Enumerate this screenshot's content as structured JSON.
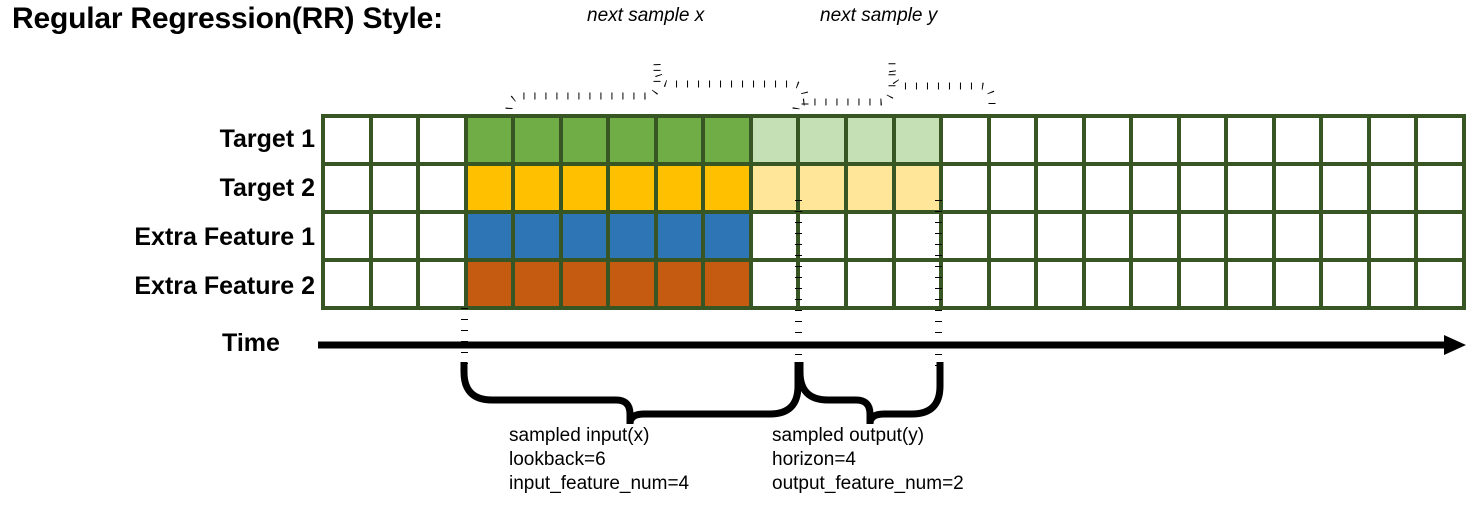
{
  "title": "Regular Regression(RR) Style:",
  "row_labels": [
    "Target 1",
    "Target 2",
    "Extra Feature 1",
    "Extra Feature 2"
  ],
  "time_axis_label": "Time",
  "top_annotations": {
    "x_label": "next sample x",
    "y_label": "next sample y"
  },
  "captions": {
    "input": {
      "line1": "sampled input(x)",
      "line2": "lookback=6",
      "line3": "input_feature_num=4"
    },
    "output": {
      "line1": "sampled output(y)",
      "line2": "horizon=4",
      "line3": "output_feature_num=2"
    }
  },
  "colors": {
    "grid_border": "#375623",
    "target1": "#70ad47",
    "target1_faded": "#c5e0b4",
    "target2": "#ffc000",
    "target2_faded": "#ffe699",
    "extra1": "#2e75b6",
    "extra2": "#c55a11",
    "empty": "#ffffff",
    "ink": "#000000"
  },
  "grid": {
    "columns": 24,
    "rows": 4,
    "input_start_col": 4,
    "input_end_col": 9,
    "output_start_col": 10,
    "output_end_col": 13,
    "fill": [
      [
        "#ffffff",
        "#ffffff",
        "#ffffff",
        "#70ad47",
        "#70ad47",
        "#70ad47",
        "#70ad47",
        "#70ad47",
        "#70ad47",
        "#c5e0b4",
        "#c5e0b4",
        "#c5e0b4",
        "#c5e0b4",
        "#ffffff",
        "#ffffff",
        "#ffffff",
        "#ffffff",
        "#ffffff",
        "#ffffff",
        "#ffffff",
        "#ffffff",
        "#ffffff",
        "#ffffff",
        "#ffffff"
      ],
      [
        "#ffffff",
        "#ffffff",
        "#ffffff",
        "#ffc000",
        "#ffc000",
        "#ffc000",
        "#ffc000",
        "#ffc000",
        "#ffc000",
        "#ffe699",
        "#ffe699",
        "#ffe699",
        "#ffe699",
        "#ffffff",
        "#ffffff",
        "#ffffff",
        "#ffffff",
        "#ffffff",
        "#ffffff",
        "#ffffff",
        "#ffffff",
        "#ffffff",
        "#ffffff",
        "#ffffff"
      ],
      [
        "#ffffff",
        "#ffffff",
        "#ffffff",
        "#2e75b6",
        "#2e75b6",
        "#2e75b6",
        "#2e75b6",
        "#2e75b6",
        "#2e75b6",
        "#ffffff",
        "#ffffff",
        "#ffffff",
        "#ffffff",
        "#ffffff",
        "#ffffff",
        "#ffffff",
        "#ffffff",
        "#ffffff",
        "#ffffff",
        "#ffffff",
        "#ffffff",
        "#ffffff",
        "#ffffff",
        "#ffffff"
      ],
      [
        "#ffffff",
        "#ffffff",
        "#ffffff",
        "#c55a11",
        "#c55a11",
        "#c55a11",
        "#c55a11",
        "#c55a11",
        "#c55a11",
        "#ffffff",
        "#ffffff",
        "#ffffff",
        "#ffffff",
        "#ffffff",
        "#ffffff",
        "#ffffff",
        "#ffffff",
        "#ffffff",
        "#ffffff",
        "#ffffff",
        "#ffffff",
        "#ffffff",
        "#ffffff",
        "#ffffff"
      ]
    ]
  }
}
